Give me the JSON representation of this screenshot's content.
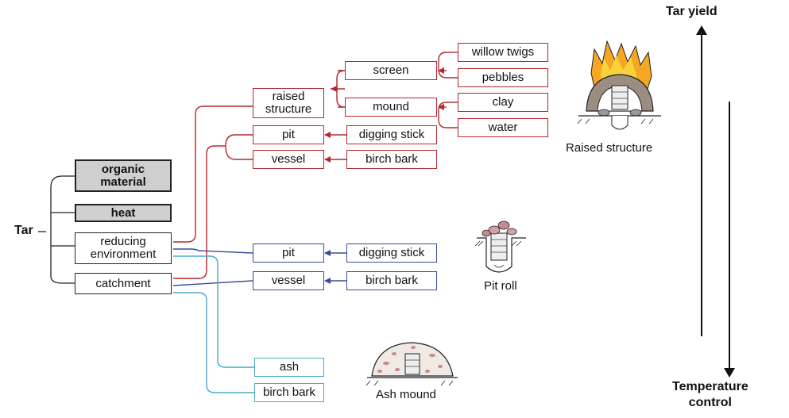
{
  "root": {
    "label": "Tar"
  },
  "requirements": {
    "organic_material": "organic\nmaterial",
    "heat": "heat",
    "reducing_environment": "reducing\nenvironment",
    "catchment": "catchment"
  },
  "raised_structure_branch": {
    "raised_structure": "raised\nstructure",
    "screen": "screen",
    "mound": "mound",
    "willow_twigs": "willow twigs",
    "pebbles": "pebbles",
    "clay": "clay",
    "water": "water",
    "pit": "pit",
    "vessel": "vessel",
    "digging_stick": "digging stick",
    "birch_bark": "birch bark"
  },
  "pit_roll_branch": {
    "pit": "pit",
    "vessel": "vessel",
    "digging_stick": "digging stick",
    "birch_bark": "birch bark"
  },
  "ash_mound_branch": {
    "ash": "ash",
    "birch_bark": "birch bark"
  },
  "illustrations": {
    "raised_structure": "Raised structure",
    "pit_roll": "Pit roll",
    "ash_mound": "Ash mound"
  },
  "scale": {
    "top": "Tar yield",
    "bottom": "Temperature\ncontrol"
  },
  "colors": {
    "raised": "#b3282c",
    "pit_roll": "#3a4a9a",
    "ash": "#4aa8c8",
    "gray_fill": "#cfcfcf"
  }
}
